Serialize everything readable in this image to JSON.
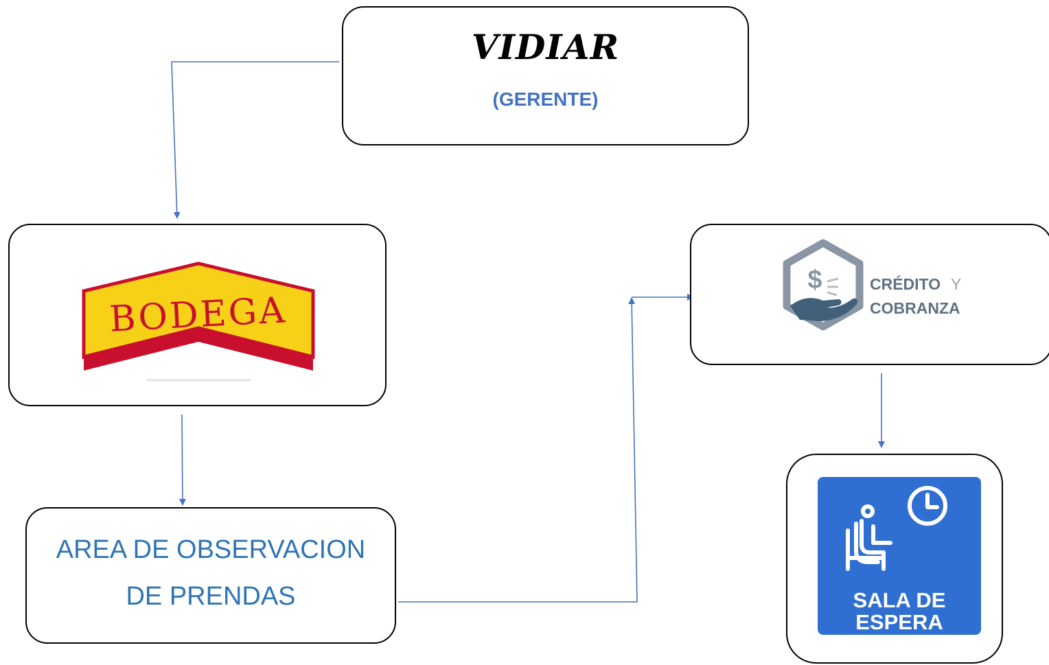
{
  "nodes": {
    "vidiar": {
      "title": "VIDIAR",
      "subtitle": "(GERENTE)"
    },
    "bodega": {
      "logo_text": "BODEGA"
    },
    "area": {
      "line1": "AREA DE OBSERVACION",
      "line2": "DE PRENDAS"
    },
    "credito": {
      "word1": "CRÉDITO",
      "word2": "Y",
      "word3": "COBRANZA"
    },
    "sala": {
      "line1": "SALA DE",
      "line2": "ESPERA"
    }
  },
  "edges": [
    {
      "from": "vidiar",
      "to": "bodega"
    },
    {
      "from": "bodega",
      "to": "area"
    },
    {
      "from": "area",
      "to": "credito"
    },
    {
      "from": "credito",
      "to": "sala"
    }
  ],
  "colors": {
    "connector": "#4472c4",
    "subtitle": "#4472c4",
    "area_text": "#2e74b5",
    "bodega_yellow": "#f7d117",
    "bodega_red": "#c8102e",
    "credito_gray": "#7f8a96",
    "credito_blue": "#41607a",
    "sala_blue": "#2f6fd1"
  },
  "icons": {
    "credito": "hand-coin-hexagon-icon",
    "sala": "seated-person-clock-icon"
  }
}
